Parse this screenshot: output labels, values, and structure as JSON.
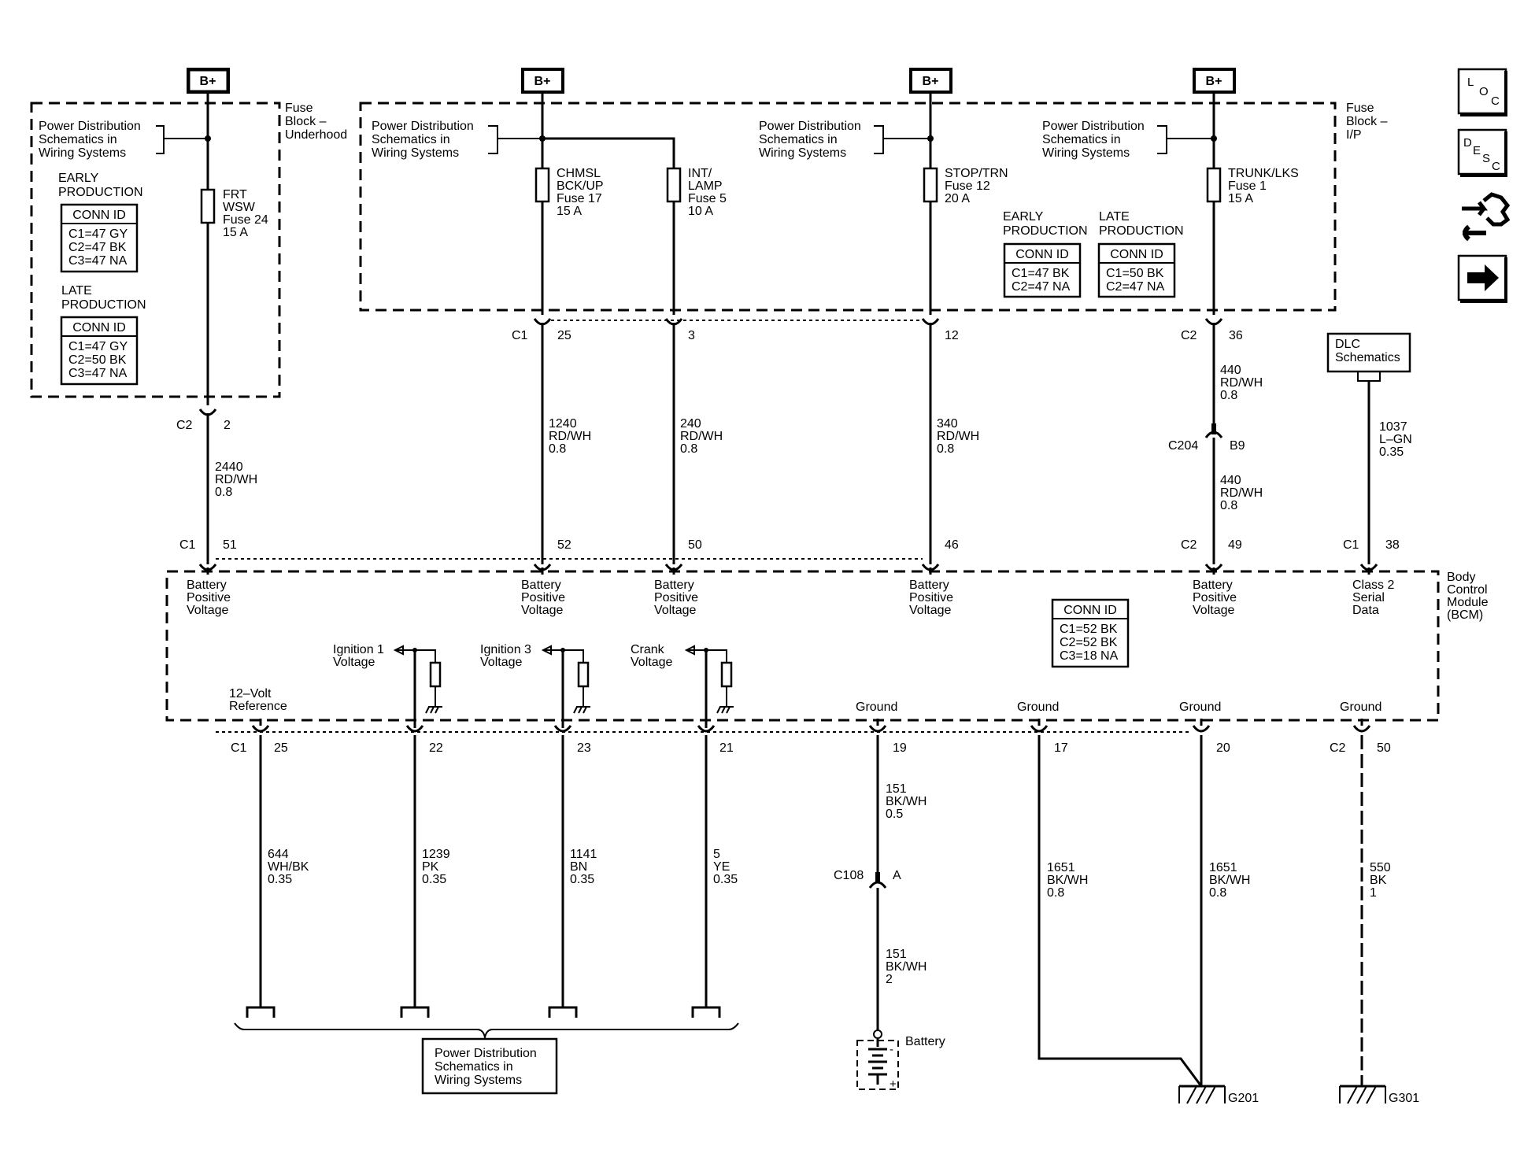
{
  "bplus_label": "B+",
  "side_icons": [
    "loc-icon",
    "desc-icon",
    "wrench-icon",
    "arrow-right-icon"
  ],
  "loc_letters": [
    "L",
    "O",
    "C"
  ],
  "desc_letters": [
    "D",
    "E",
    "S",
    "C"
  ],
  "fuse_blocks": {
    "underhood": [
      "Fuse",
      "Block –",
      "Underhood"
    ],
    "ip": [
      "Fuse",
      "Block –",
      "I/P"
    ]
  },
  "power_dist_ref": [
    "Power Distribution",
    "Schematics in",
    "Wiring Systems"
  ],
  "underhood_conn": {
    "early_label": [
      "EARLY",
      "PRODUCTION"
    ],
    "early_header": "CONN ID",
    "early_rows": [
      "C1=47 GY",
      "C2=47 BK",
      "C3=47 NA"
    ],
    "late_label": [
      "LATE",
      "PRODUCTION"
    ],
    "late_header": "CONN ID",
    "late_rows": [
      "C1=47 GY",
      "C2=50 BK",
      "C3=47 NA"
    ]
  },
  "ip_conn": {
    "early_label": [
      "EARLY",
      "PRODUCTION"
    ],
    "early_header": "CONN ID",
    "early_rows": [
      "C1=47 BK",
      "C2=47 NA"
    ],
    "late_label": [
      "LATE",
      "PRODUCTION"
    ],
    "late_header": "CONN ID",
    "late_rows": [
      "C1=50 BK",
      "C2=47 NA"
    ]
  },
  "fuses": {
    "frt": [
      "FRT",
      "WSW",
      "Fuse 24",
      "15 A"
    ],
    "chmsl": [
      "CHMSL",
      "BCK/UP",
      "Fuse 17",
      "15 A"
    ],
    "int": [
      "INT/",
      "LAMP",
      "Fuse 5",
      "10 A"
    ],
    "stop": [
      "STOP/TRN",
      "Fuse 12",
      "20 A"
    ],
    "trunk": [
      "TRUNK/LKS",
      "Fuse 1",
      "15 A"
    ]
  },
  "upper_pins": {
    "c2_label": "C2",
    "pin2": "2",
    "c1_label": "C1",
    "pin25": "25",
    "pin3": "3",
    "pin12": "12",
    "c2b_label": "C2",
    "pin36": "36"
  },
  "upper_wires": {
    "w2440": [
      "2440",
      "RD/WH",
      "0.8"
    ],
    "w1240": [
      "1240",
      "RD/WH",
      "0.8"
    ],
    "w240": [
      "240",
      "RD/WH",
      "0.8"
    ],
    "w340": [
      "340",
      "RD/WH",
      "0.8"
    ],
    "w440a": [
      "440",
      "RD/WH",
      "0.8"
    ],
    "w440b": [
      "440",
      "RD/WH",
      "0.8"
    ],
    "w1037": [
      "1037",
      "L–GN",
      "0.35"
    ]
  },
  "c204": {
    "label": "C204",
    "pin": "B9"
  },
  "dlc": [
    "DLC",
    "Schematics"
  ],
  "bcm_pins_top": {
    "c1": "C1",
    "p51": "51",
    "p52": "52",
    "p50": "50",
    "p46": "46",
    "c2": "C2",
    "p49": "49",
    "c1b": "C1",
    "p38": "38"
  },
  "bcm": {
    "name": [
      "Body",
      "Control",
      "Module",
      "(BCM)"
    ],
    "battery_positive": [
      "Battery",
      "Positive",
      "Voltage"
    ],
    "class2": [
      "Class 2",
      "Serial",
      "Data"
    ],
    "conn_header": "CONN ID",
    "conn_rows": [
      "C1=52 BK",
      "C2=52 BK",
      "C3=18 NA"
    ],
    "ign1": [
      "Ignition 1",
      "Voltage"
    ],
    "ign3": [
      "Ignition 3",
      "Voltage"
    ],
    "crank": [
      "Crank",
      "Voltage"
    ],
    "ref12": [
      "12–Volt",
      "Reference"
    ],
    "ground": "Ground"
  },
  "bcm_pins_bottom": {
    "c1": "C1",
    "p25": "25",
    "p22": "22",
    "p23": "23",
    "p21": "21",
    "p19": "19",
    "p17": "17",
    "p20": "20",
    "c2": "C2",
    "p50": "50"
  },
  "lower_wires": {
    "w644": [
      "644",
      "WH/BK",
      "0.35"
    ],
    "w1239": [
      "1239",
      "PK",
      "0.35"
    ],
    "w1141": [
      "1141",
      "BN",
      "0.35"
    ],
    "w5": [
      "5",
      "YE",
      "0.35"
    ],
    "w151a": [
      "151",
      "BK/WH",
      "0.5"
    ],
    "w151b": [
      "151",
      "BK/WH",
      "2"
    ],
    "w1651a": [
      "1651",
      "BK/WH",
      "0.8"
    ],
    "w1651b": [
      "1651",
      "BK/WH",
      "0.8"
    ],
    "w550": [
      "550",
      "BK",
      "1"
    ]
  },
  "c108": {
    "label": "C108",
    "pin": "A"
  },
  "battery_label": "Battery",
  "grounds": {
    "g201": "G201",
    "g301": "G301"
  },
  "bottom_ref": [
    "Power Distribution",
    "Schematics in",
    "Wiring Systems"
  ]
}
